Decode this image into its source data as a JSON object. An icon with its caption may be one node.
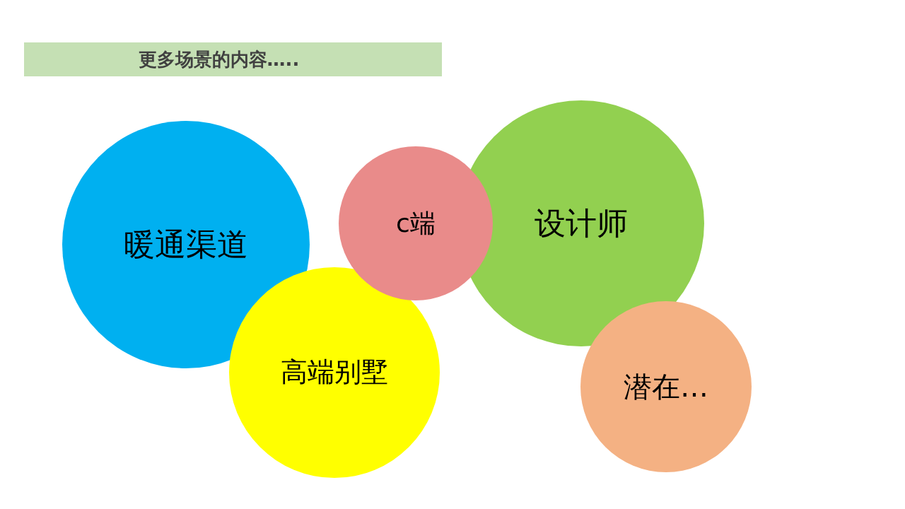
{
  "diagram": {
    "title": "更多场景的内容…..",
    "nodes": [
      {
        "text": [
          "暖通渠道"
        ]
      },
      {
        "text": [
          "c端"
        ]
      },
      {
        "text": [
          "设计师"
        ]
      },
      {
        "text": [
          "高端别墅"
        ]
      },
      {
        "text": [
          "潜在…"
        ]
      }
    ]
  }
}
